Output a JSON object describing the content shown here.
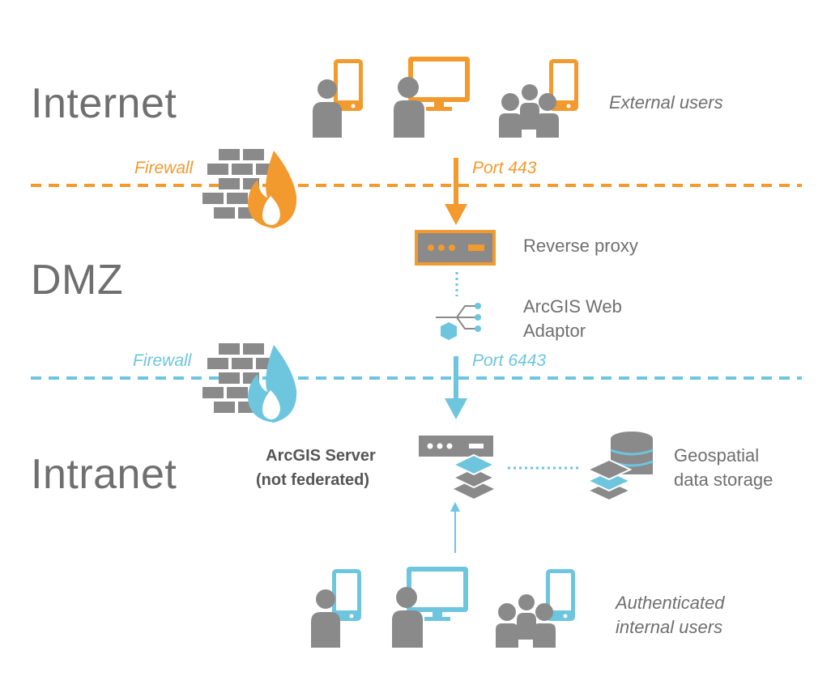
{
  "zones": {
    "internet": "Internet",
    "dmz": "DMZ",
    "intranet": "Intranet"
  },
  "external_users": "External users",
  "firewall_top": {
    "label": "Firewall",
    "port": "Port 443"
  },
  "firewall_bottom": {
    "label": "Firewall",
    "port": "Port 6443"
  },
  "reverse_proxy": "Reverse proxy",
  "web_adaptor": {
    "line1": "ArcGIS Web",
    "line2": "Adaptor"
  },
  "arcgis_server": {
    "line1": "ArcGIS Server",
    "line2": "(not federated)"
  },
  "geospatial_storage": {
    "line1": "Geospatial",
    "line2": "data storage"
  },
  "internal_users": {
    "line1": "Authenticated",
    "line2": "internal users"
  },
  "colors": {
    "orange": "#f39a2e",
    "blue": "#6ec5de",
    "gray": "#8a8a8a",
    "text": "#6f6f6f"
  },
  "icons": [
    "person-phone-icon",
    "person-monitor-icon",
    "group-phone-icon",
    "firewall-icon",
    "reverse-proxy-icon",
    "web-adaptor-icon",
    "server-icon",
    "layers-icon",
    "database-icon"
  ]
}
